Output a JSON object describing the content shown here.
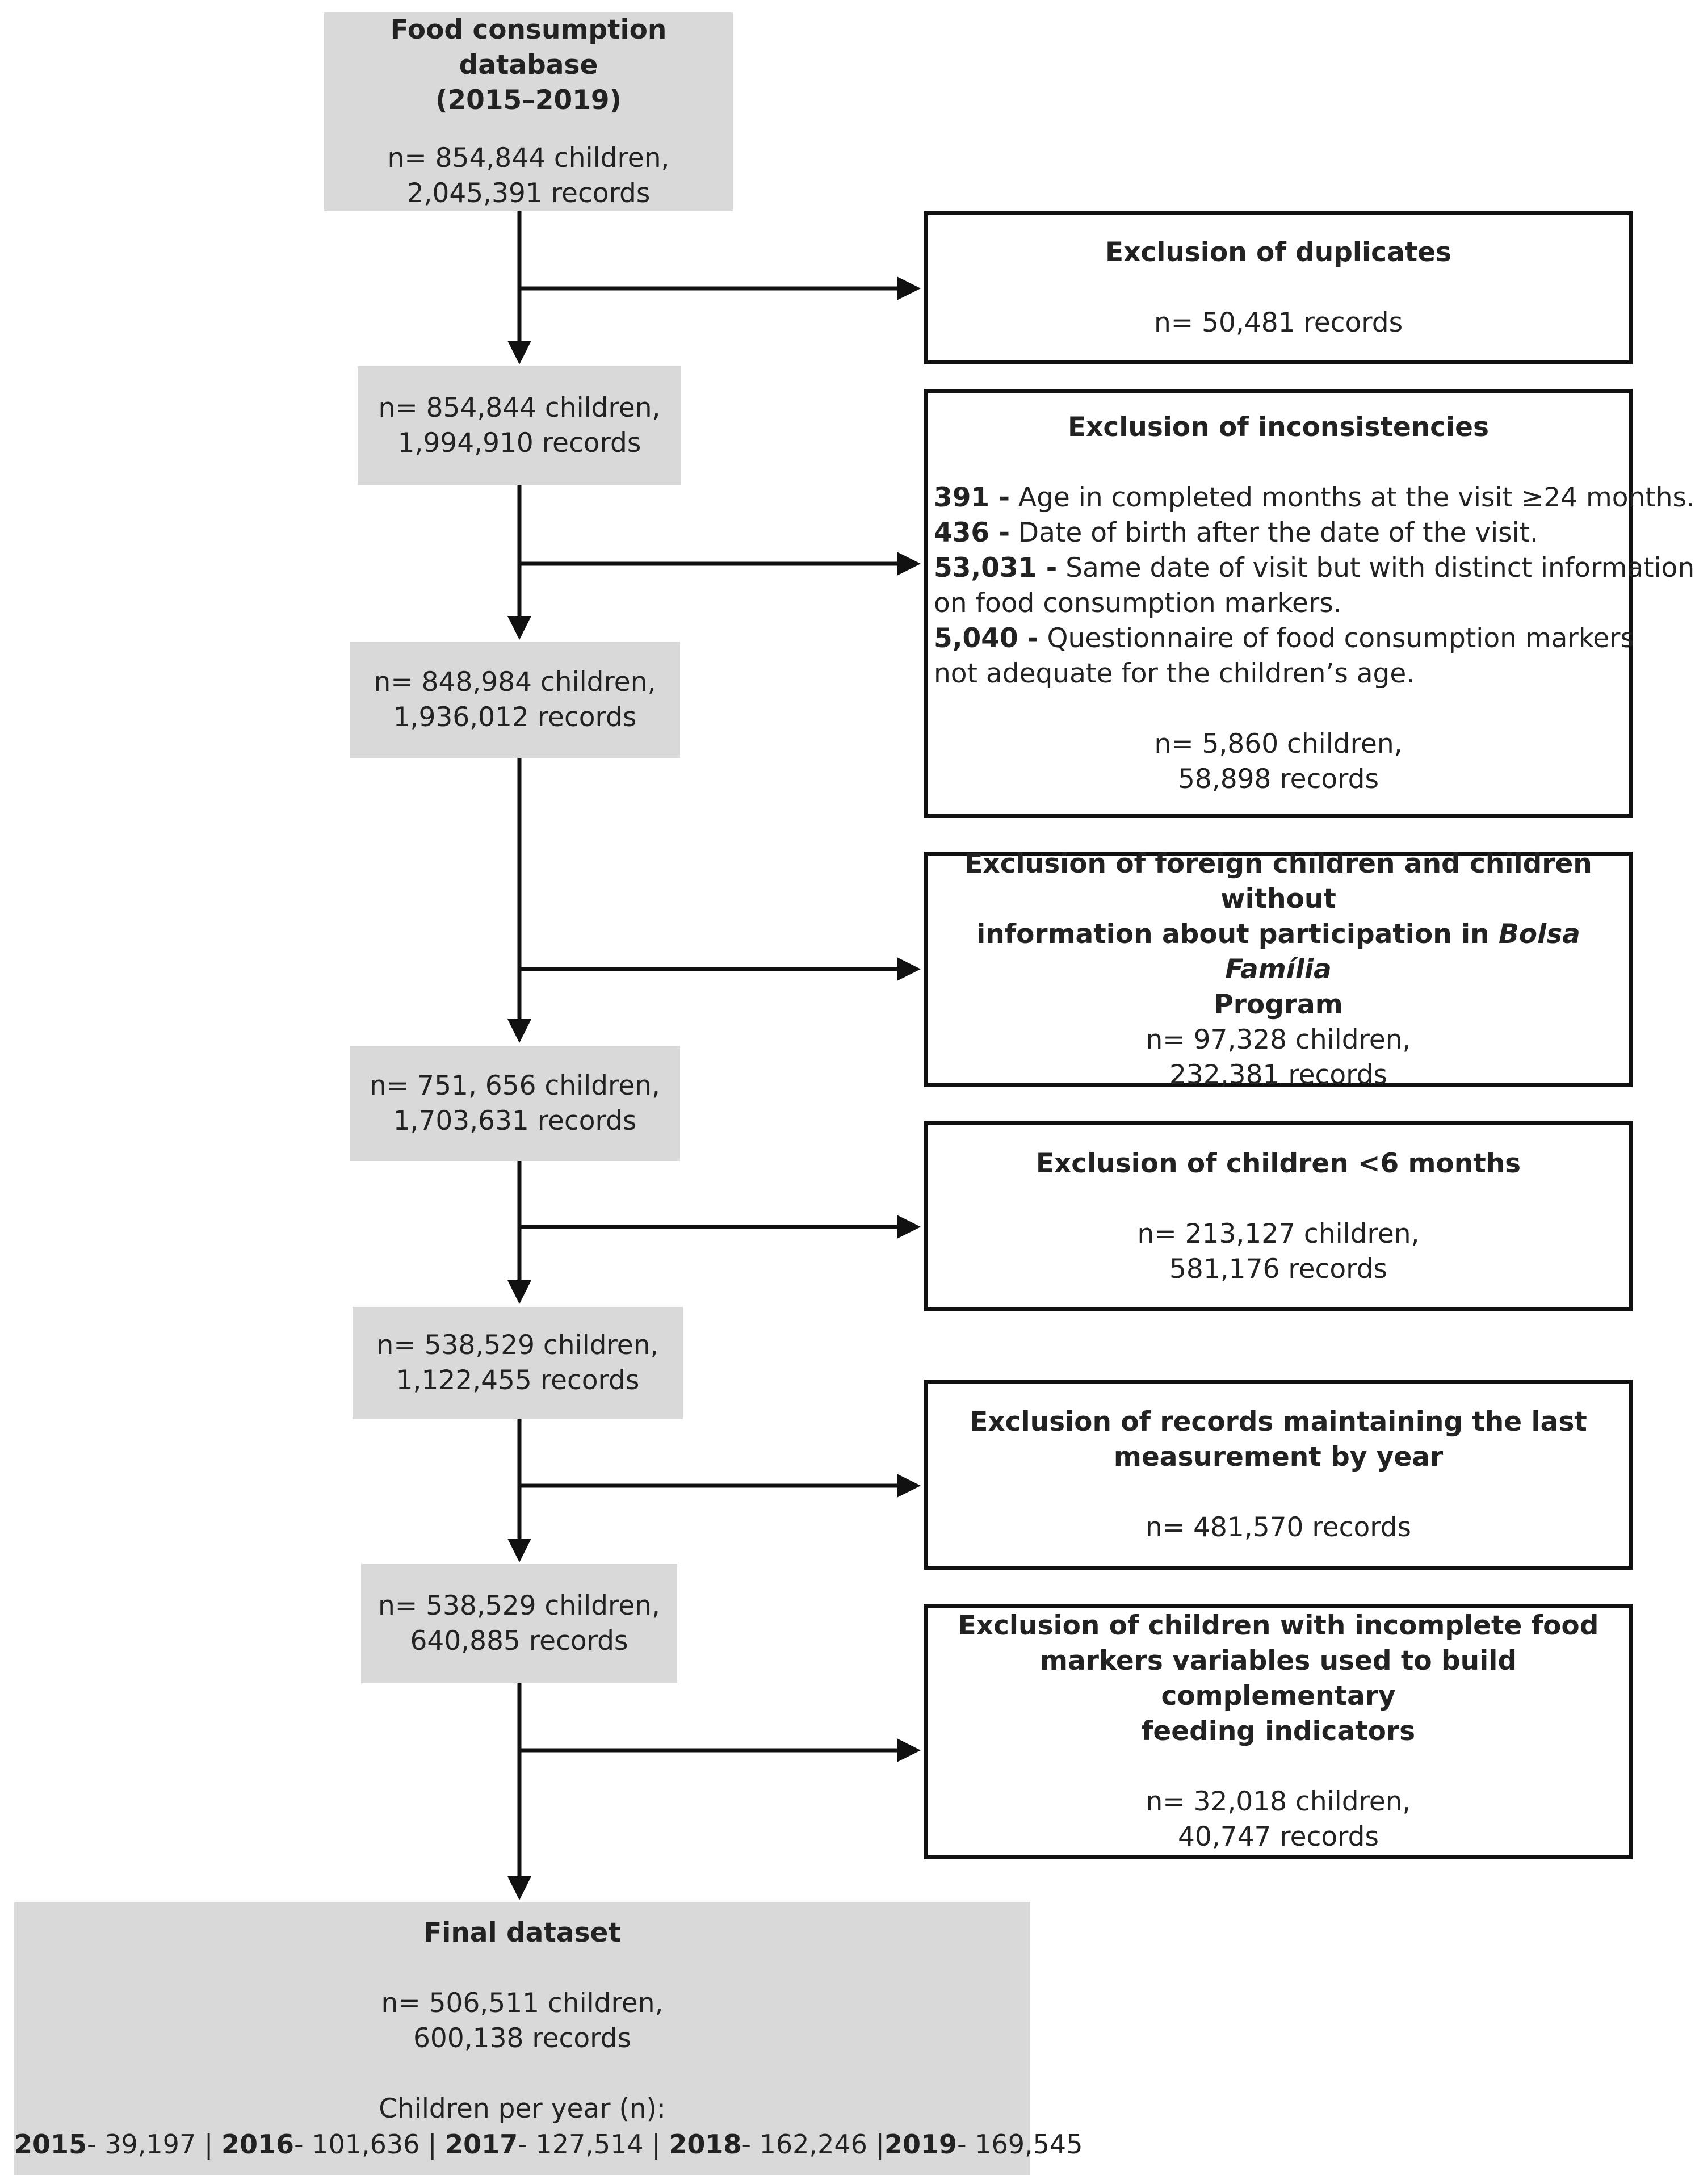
{
  "main": [
    {
      "title": "Food consumption database",
      "subtitle": "(2015–2019)",
      "line1": "n= 854,844 children,",
      "line2": "2,045,391 records"
    },
    {
      "line1": "n= 854,844 children,",
      "line2": "1,994,910 records"
    },
    {
      "line1": "n= 848,984 children,",
      "line2": "1,936,012 records"
    },
    {
      "line1": "n= 751, 656 children,",
      "line2": "1,703,631 records"
    },
    {
      "line1": "n= 538,529 children,",
      "line2": "1,122,455 records"
    },
    {
      "line1": "n= 538,529 children,",
      "line2": "640,885 records"
    }
  ],
  "exclusions": {
    "duplicates": {
      "title": "Exclusion of duplicates",
      "line1": "n=  50,481 records"
    },
    "inconsistencies": {
      "title": "Exclusion of inconsistencies",
      "items": [
        {
          "num": "391 -",
          "text": " Age in completed months at the visit ≥24 months."
        },
        {
          "num": "436 -",
          "text": " Date of birth after the date of the visit."
        },
        {
          "num": "53,031 -",
          "text": " Same date of visit but with distinct information"
        },
        {
          "num": "",
          "text": "on food consumption markers."
        },
        {
          "num": "5,040 -",
          "text": " Questionnaire of food consumption markers"
        },
        {
          "num": "",
          "text": "not adequate for the children’s age."
        }
      ],
      "line1": "n= 5,860 children,",
      "line2": "58,898 records"
    },
    "foreign": {
      "title1": "Exclusion of foreign children and children without",
      "title2a": "information about participation in ",
      "title2b": "Bolsa Família",
      "title3": "Program",
      "line1": "n= 97,328 children,",
      "line2": "232,381 records"
    },
    "under6": {
      "title": "Exclusion of children <6 months",
      "line1": "n= 213,127 children,",
      "line2": "581,176 records"
    },
    "lastmeasure": {
      "title1": "Exclusion of records maintaining the last",
      "title2": "measurement by year",
      "line1": "n= 481,570 records"
    },
    "incomplete": {
      "title1": "Exclusion of children with incomplete food",
      "title2": "markers variables used to build  complementary",
      "title3": "feeding indicators",
      "line1": "n= 32,018 children,",
      "line2": "40,747 records"
    }
  },
  "final": {
    "title": "Final dataset",
    "line1": "n= 506,511 children,",
    "line2": "600,138 records",
    "per_year_label": "Children per year (n):",
    "years": [
      {
        "year": "2015",
        "value": "- 39,197 | "
      },
      {
        "year": "2016",
        "value": "- 101,636 | "
      },
      {
        "year": "2017",
        "value": "- 127,514 | "
      },
      {
        "year": "2018",
        "value": "- 162,246 |"
      },
      {
        "year": "2019",
        "value": "- 169,545"
      }
    ]
  }
}
